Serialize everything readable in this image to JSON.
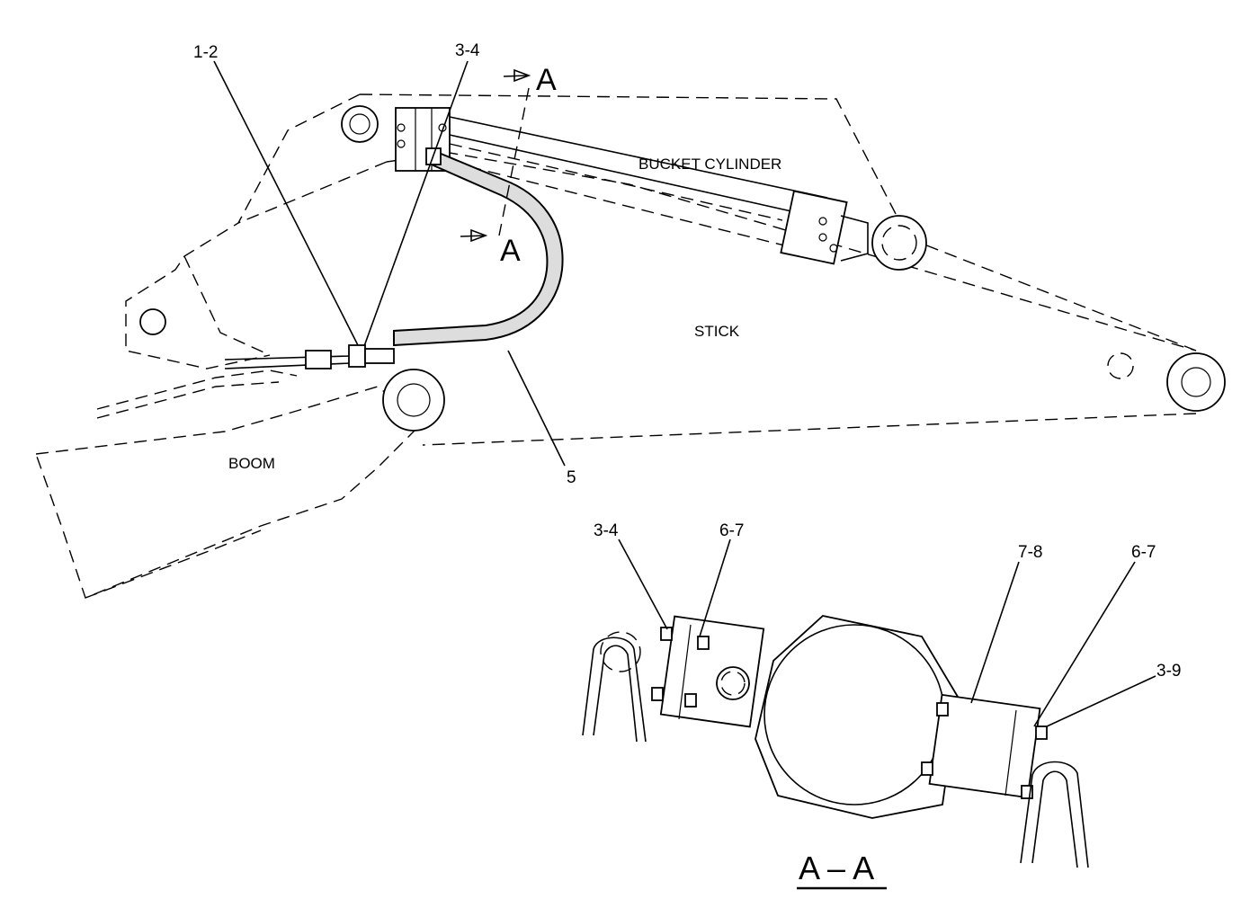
{
  "labels": {
    "bucket_cylinder": "BUCKET CYLINDER",
    "stick": "STICK",
    "boom": "BOOM"
  },
  "callouts": {
    "c1_2": "1-2",
    "c3_4_top": "3-4",
    "c5": "5",
    "c3_4_sec": "3-4",
    "c6_7_left": "6-7",
    "c7_8": "7-8",
    "c6_7_right": "6-7",
    "c3_9": "3-9"
  },
  "section": {
    "marker_top": "A",
    "marker_bottom": "A",
    "view_title": "A – A"
  }
}
